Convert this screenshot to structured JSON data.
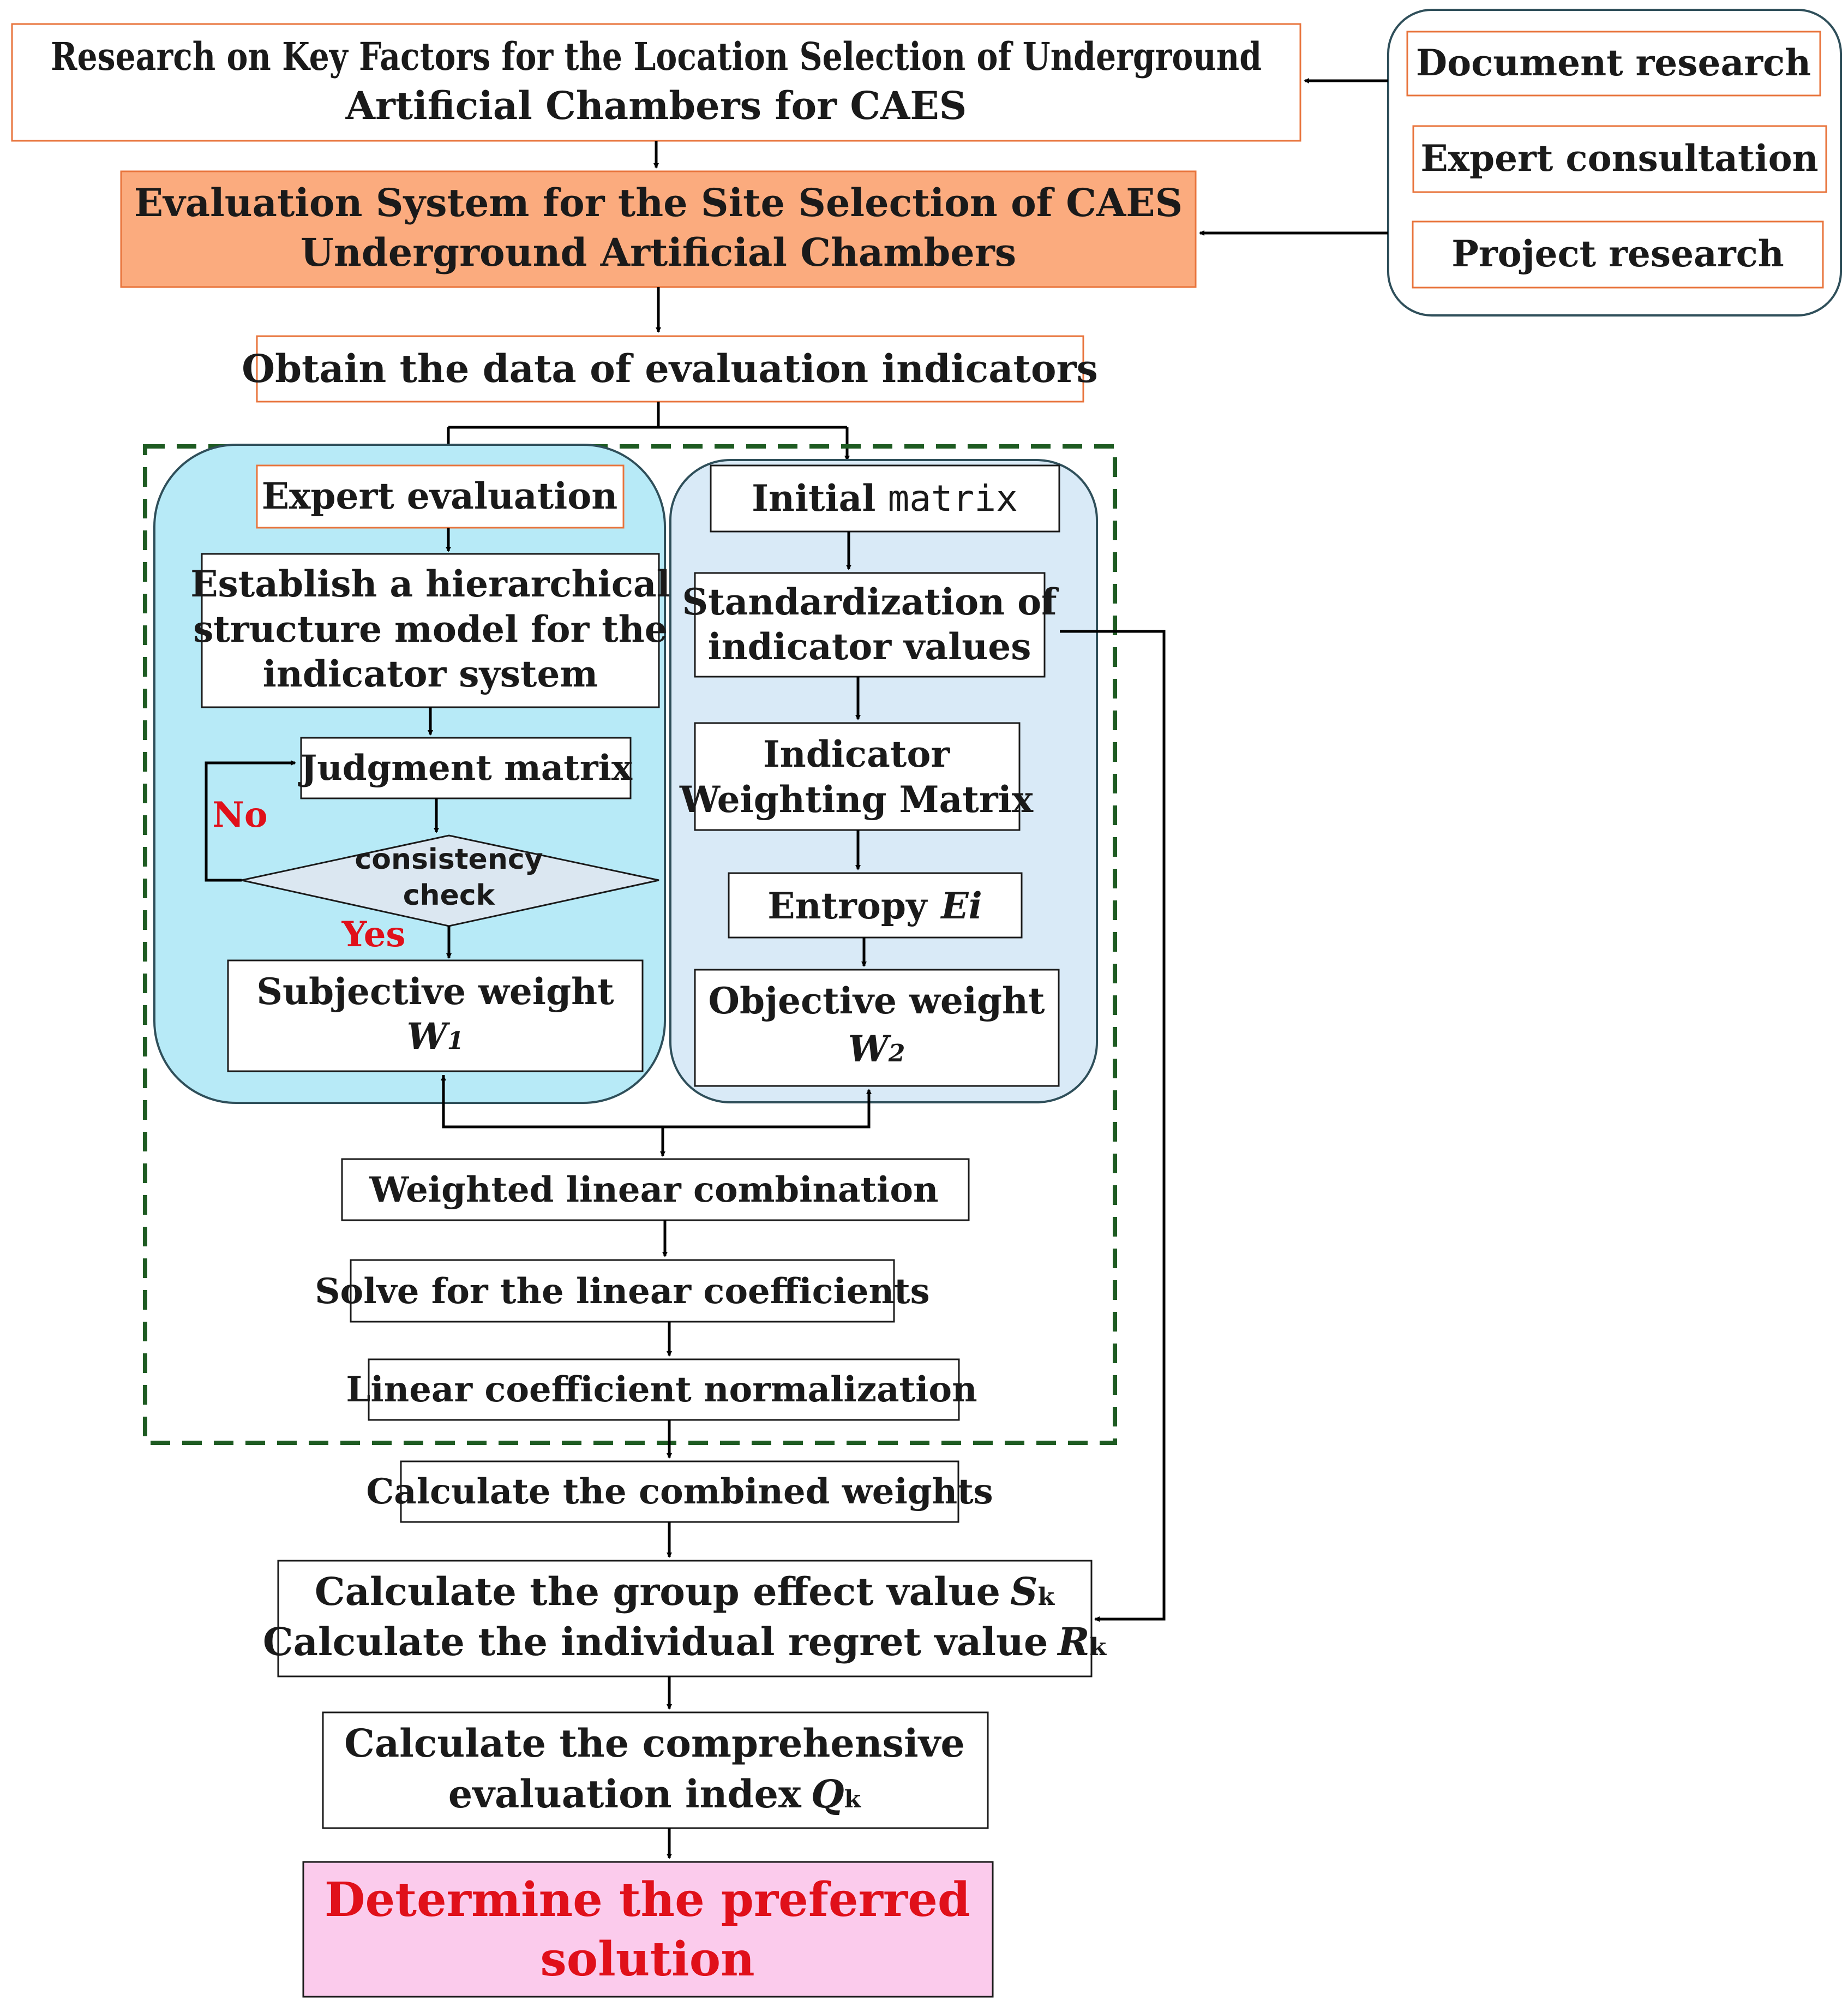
{
  "top_title": {
    "line1": "Research on Key Factors for the Location Selection of Underground",
    "line2": "Artificial Chambers for CAES"
  },
  "sources": [
    "Document research",
    "Expert consultation",
    "Project research"
  ],
  "evaluation_system": {
    "line1": "Evaluation System for the Site Selection of CAES",
    "line2": "Underground Artificial Chambers",
    "fill": "#fbab7e"
  },
  "obtain_data": "Obtain the data of evaluation indicators",
  "subjective_branch": {
    "expert_evaluation": "Expert evaluation",
    "hierarchy": [
      "Establish a hierarchical",
      "structure model for the",
      "indicator system"
    ],
    "judgment_matrix": "Judgment matrix",
    "consistency": [
      "consistency",
      "check"
    ],
    "no_label": "No",
    "yes_label": "Yes",
    "subjective_weight": "Subjective weight",
    "w1_symbol": "W",
    "w1_sub": "1",
    "panel_fill": "#b7eaf7"
  },
  "objective_branch": {
    "initial_label": "Initial",
    "initial_mono": "matrix",
    "standardization": [
      "Standardization of",
      "indicator values"
    ],
    "weighting_matrix": [
      "Indicator",
      "Weighting Matrix"
    ],
    "entropy_label": "Entropy",
    "entropy_symbol": "Ei",
    "objective_weight": "Objective weight",
    "w2_symbol": "W",
    "w2_sub": "2",
    "panel_fill": "#d9eaf7"
  },
  "combination_steps": [
    "Weighted linear combination",
    "Solve for the linear coefficients",
    "Linear coefficient normalization"
  ],
  "combined_weights": "Calculate the combined weights",
  "group_effect": {
    "text": "Calculate the group effect value",
    "symbol": "S",
    "sub": "k"
  },
  "regret": {
    "text": "Calculate the individual regret value",
    "symbol": "R",
    "sub": "k"
  },
  "comprehensive": {
    "line1": "Calculate the comprehensive",
    "line2": "evaluation index",
    "symbol": "Q",
    "sub": "k"
  },
  "final": {
    "line1": "Determine the preferred",
    "line2": "solution",
    "fill": "#fbcbec",
    "text_color": "#e0101a"
  },
  "colors": {
    "orange_border": "#e8743c",
    "dashed_green": "#1e5b22",
    "panel_border": "#2f4f5a"
  }
}
